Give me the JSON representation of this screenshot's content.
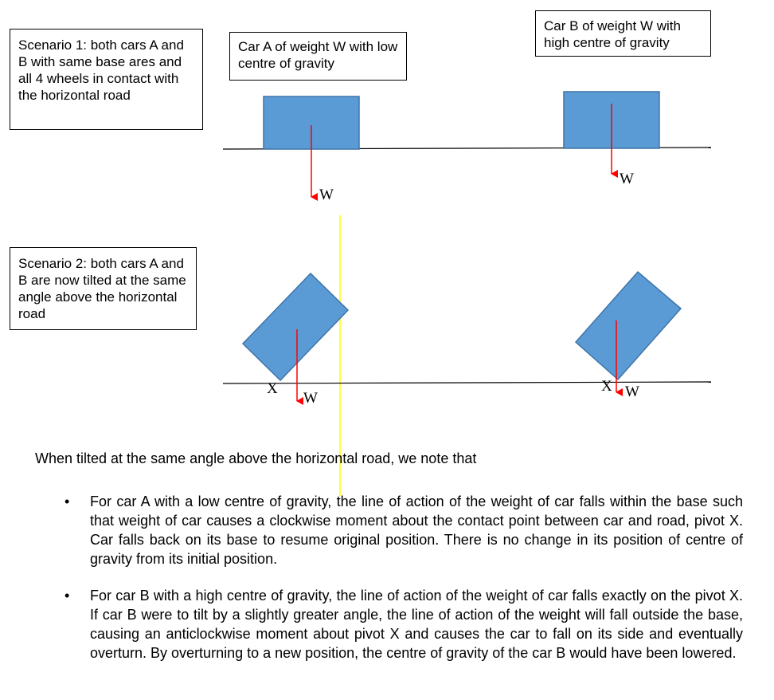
{
  "boxes": {
    "scenario1": "Scenario 1: both cars A and B with same base ares and all 4 wheels in contact with the horizontal road",
    "car_a": "Car A of weight W with low centre of gravity",
    "car_b": "Car B of weight W with high centre of gravity",
    "scenario2": "Scenario 2: both cars A and B are now tilted at the same angle above the horizontal road"
  },
  "labels": {
    "weight": "W",
    "pivot": "X"
  },
  "colors": {
    "car_fill": "#5b9bd5",
    "car_stroke": "#3e74a8",
    "arrow": "#ff0000",
    "yellow_line": "#ffff00",
    "road": "#000000"
  },
  "text": {
    "intro": "When tilted at the same angle above the horizontal road, we note that",
    "bullet_symbol": "•",
    "points": [
      "For car A with a low centre of gravity, the line of action of the weight of car falls within the base such that weight of car causes a clockwise moment about the contact point between car and road, pivot X. Car falls back on its base to resume original position. There is no change in its position of centre of gravity from its initial position.",
      "For car B with a high centre of gravity, the line of action of the weight of car falls exactly on the pivot X. If car B were to tilt by a slightly greater angle, the line of action of the weight will fall outside the base, causing an anticlockwise moment about pivot X and causes the car to fall on its side and eventually overturn. By overturning to a new position, the centre of gravity of the car B would have been lowered."
    ]
  }
}
